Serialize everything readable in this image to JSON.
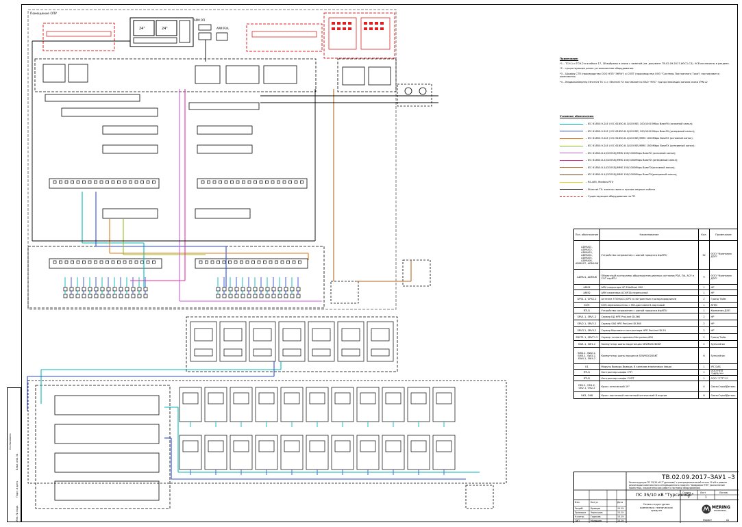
{
  "sheet": {
    "room_label": "Помещение ОПУ",
    "cabinets": {
      "arm_label": "АРМ ОП",
      "monitors": [
        "24\"",
        "24\""
      ],
      "arm_rza": "АРМ РЗА"
    },
    "notes": {
      "title": "Примечание:",
      "items": [
        "*1 – ТСН-1 и ТСН-2 в ячейках 17, 18 выбраны в связи с заменой (см. документ ТВ.02.09.2017-ИОС1-С3). УСВ исключены в разделе.",
        "*2 – существующее ранее установленное оборудование.",
        "*3 – Шкафы СТП (производства ООО НПП \"ЭКРА\") и СОПТ (производства ООО \"Системы Постоянного Тока\") поставляются комплектно.",
        "*4 – Медиаконвертер Ethernet TX <-> Ethernet FX поставляется ПАО \"МТС\" при организации канала связи VPN L2"
      ]
    },
    "legend": {
      "title": "Условные обозначения:",
      "items": [
        {
          "color": "#00b8b8",
          "text": "– IEC 61850-9-2LE / IEC 61850-8-1(GOOSE) 100/1000 Мбps BaseFX (основной канал);"
        },
        {
          "color": "#2b4bd6",
          "text": "– IEC 61850-9-2LE / IEC 61850-8-1(GOOSE) 100/1000 Мbps BaseFX (резервный канал);"
        },
        {
          "color": "#e07a10",
          "text": "– IEC 61850-9-2LE / IEC 61850-8-1(GOOSE)/ММS 1000Мbps BaseFX (основной канал);"
        },
        {
          "color": "#8cbe1e",
          "text": "– IEC 61850-9-2LE / IEC 61850-8-1(GOOSE)/ММS 1000Мbps BaseFX (резервный канал);"
        },
        {
          "color": "#c85ce0",
          "text": "– IEC 61850-8-1(GOOSE)/ММS 100/1000Мbps BaseFX (основной канал);"
        },
        {
          "color": "#e0319e",
          "text": "– IEC 61850-8-1(GOOSE)/ММS 100/1000Мbps BaseFX (резервный канал);"
        },
        {
          "color": "#b5651d",
          "text": "– IEC 61850-8-1(GOOSE)/ММS 100/1000Мbps BaseTX(основной канал);"
        },
        {
          "color": "#6b3a1e",
          "text": "– IEC 61850-8-1(GOOSE)/ММS 100/1000Мbps BaseTX(резервный канал);"
        },
        {
          "color": "#e8d51c",
          "text": "– RS-485, Modbus RTU"
        },
        {
          "color": "#000000",
          "text": "– Ethernet TX: каналы связи и прочие медные кабели"
        },
        {
          "color": "#e02020",
          "text": "– Существующее оборудование на ПС",
          "dashed": true
        }
      ]
    },
    "spec": {
      "headers": [
        "Поз. обозначение",
        "Наименование",
        "Кол.",
        "Примечание"
      ],
      "rows": [
        {
          "pos": "ADMU01, ADMU02, ADMU03, ADMU04, ADMU05, ADMU06, ADMU07, ADMU08",
          "name": "Устройство сопряжения с шиной процесса dspRTU",
          "qty": "32",
          "note": "ООО \"Компания ДЭП\""
        },
        {
          "pos": "ADMU1, ADMU8",
          "name": "Объектный контроллер общеподстанционных сигналов РЗА, ПА, АСУ и СОТ dspRTU",
          "qty": "9",
          "note": "ООО \"Компания ДЭП\""
        },
        {
          "pos": "ARM1",
          "name": "АРМ оператора HP EliteDesk 800",
          "qty": "1",
          "note": "HP"
        },
        {
          "pos": "ARM2",
          "name": "АРМ инженера АСУ/РЗА переносной",
          "qty": "1",
          "note": "HP"
        },
        {
          "pos": "GPS1.1, GPS1.2",
          "name": "Антенна ГЛОНАСС/GPS со встроенным грозоразрядником",
          "qty": "2",
          "note": "Гранд Тайм"
        },
        {
          "pos": "KVM",
          "name": "KVM-переключатель с ЖК-дисплеем 8-портовый",
          "qty": "1",
          "note": "ATEN"
        },
        {
          "pos": "RTU1",
          "name": "Устройство сопряжения с шиной процесса dspRTU",
          "qty": "1",
          "note": "Компания ДЭП"
        },
        {
          "pos": "SRV1.1, SRV1.2",
          "name": "Сервер БД HPE ProLiant DL360",
          "qty": "2",
          "note": "HP"
        },
        {
          "pos": "SRV2.1, SRV2.2",
          "name": "Сервер SAS HPE ProLiant DL360",
          "qty": "2",
          "note": "HP"
        },
        {
          "pos": "SRV3.1, SRV3.2",
          "name": "Сервер бортового контроллера HPE ProLiant DL20",
          "qty": "2",
          "note": "HP"
        },
        {
          "pos": "SRVT1.1, SRVT1.2",
          "name": "Сервер точного времени Метроном-600",
          "qty": "2",
          "note": "Гранд Тайм"
        },
        {
          "pos": "SW1.1, SW1.2",
          "name": "Коммутатор шины подстанции SEWM2028GKT",
          "qty": "2",
          "note": "Symanitron"
        },
        {
          "pos": "SW2.1, SW2.2, SW3.1, SW3.2, SW4.1, SW4.2",
          "name": "Коммутатор шины процесса SEWM2028GKT",
          "qty": "6",
          "note": "Symanitron"
        },
        {
          "pos": "U1",
          "name": "Модуль Вывода-Вывода, 8 каналов аналоговых 4вода",
          "qty": "1",
          "note": "IPC DAS"
        },
        {
          "pos": "RTU1",
          "name": "Контроллер шкафа СТП",
          "qty": "1",
          "note": "ООО НПП \"ЭКРА\"***"
        },
        {
          "pos": "RTU2",
          "name": "Контроллер шкафа СОПТ",
          "qty": "1",
          "note": "ООО \"СТТ\"***"
        },
        {
          "pos": "OK1.1, OK1.2, OK2.1, OK2.2",
          "name": "Кросс оптический 19\"",
          "qty": "4",
          "note": "СвязьСтройДеталь"
        },
        {
          "pos": "OK3, OK8",
          "name": "Кросс настенный настенный оптический 8 портов",
          "qty": "6",
          "note": "СвязьСтройДеталь"
        }
      ]
    },
    "title_block": {
      "code": "ТВ.02.09.2017–ЗАУ1 –3",
      "description": "Реконструкция ПС 35/10 кВ \"Турсиново\" с распределительной сетью 10 кВ в рамках реализации комплексного инновационного проекта \"Цифровая ПТК\" (выполнение проектных, изыскательских работ и поставки оборудования)",
      "object": "ПС 35/10 кВ \"Турсиново\"",
      "sheet_name": "Схема структурная комплекса технических средств",
      "stage_headers": [
        "Стадия",
        "Лист",
        "Листов"
      ],
      "stage_values": [
        "Р",
        "1",
        ""
      ],
      "brand": "MERING",
      "brand_sub": "ENGINEERING",
      "format_label": "Формат",
      "format_value": "А1",
      "rows": [
        {
          "role": "Изм.",
          "name": "Кол.уч",
          "date": "Дата"
        },
        {
          "role": "Разраб.",
          "name": "Кравцов",
          "date": "10.19"
        },
        {
          "role": "Проверил",
          "name": "Чернышов",
          "date": "10.19"
        },
        {
          "role": "Н.контр.",
          "name": "Гадюков",
          "date": "10.19"
        },
        {
          "role": "ГИП",
          "name": "Малышев",
          "date": "10.19"
        }
      ]
    },
    "side_stamp": [
      "Согласовано",
      "Взам. инв. №",
      "Подп. и дата",
      "Инв. № подл."
    ]
  }
}
